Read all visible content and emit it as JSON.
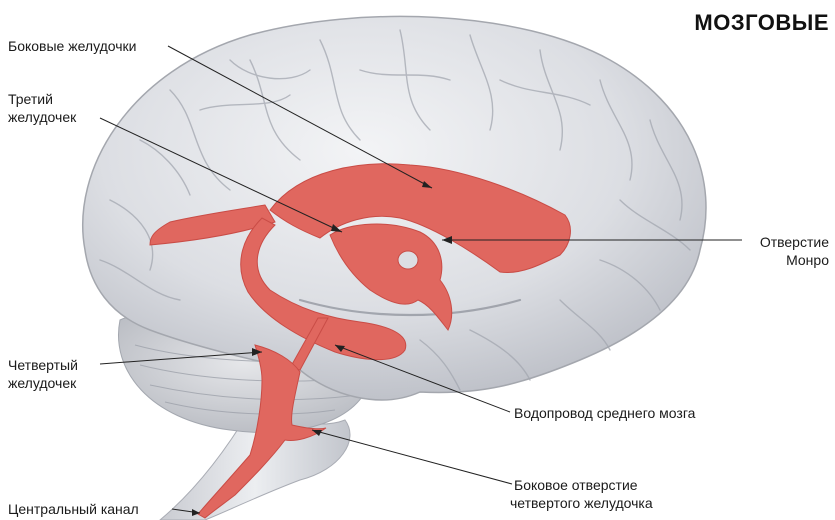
{
  "title": "МОЗГОВЫЕ",
  "labels": {
    "lateral": "Боковые желудочки",
    "third_1": "Третий",
    "third_2": "желудочек",
    "monro_1": "Отверстие",
    "monro_2": "Монро",
    "fourth_1": "Четвертый",
    "fourth_2": "желудочек",
    "aqueduct": "Водопровод среднего мозга",
    "lateral_aperture_1": "Боковое отверстие",
    "lateral_aperture_2": "четвертого желудочка",
    "central_canal": "Центральный канал"
  },
  "colors": {
    "ventricle": "#e0675f",
    "ventricle_dark": "#c94c46",
    "brain": "#d9dbe0",
    "brain_shadow": "#b7bac2",
    "sulcus": "#9ea2ab",
    "leader": "#222222"
  }
}
